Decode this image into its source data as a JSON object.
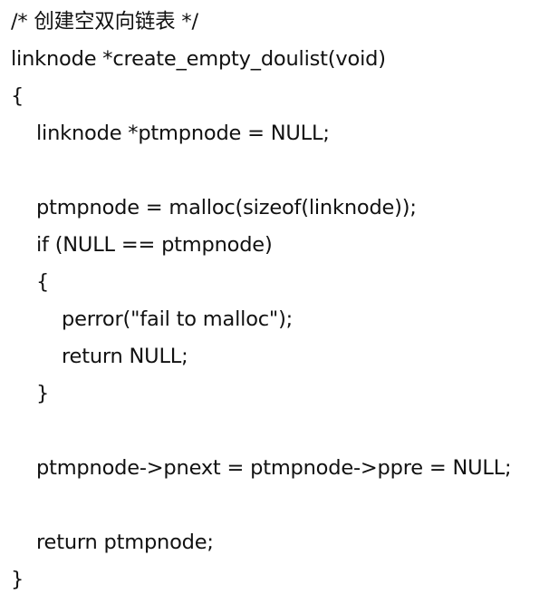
{
  "code": {
    "comment": "/* 创建空双向链表 */",
    "signature": "linknode *create_empty_doulist(void)",
    "open_brace": "{",
    "decl": "linknode *ptmpnode = NULL;",
    "malloc_line": "ptmpnode = malloc(sizeof(linknode));",
    "if_line": "if (NULL == ptmpnode)",
    "if_open": "{",
    "perror_line": "perror(\"fail to malloc\");",
    "return_null": "return NULL;",
    "if_close": "}",
    "assign_line": "ptmpnode->pnext = ptmpnode->ppre = NULL;",
    "return_line": "return ptmpnode;",
    "close_brace": "}"
  }
}
